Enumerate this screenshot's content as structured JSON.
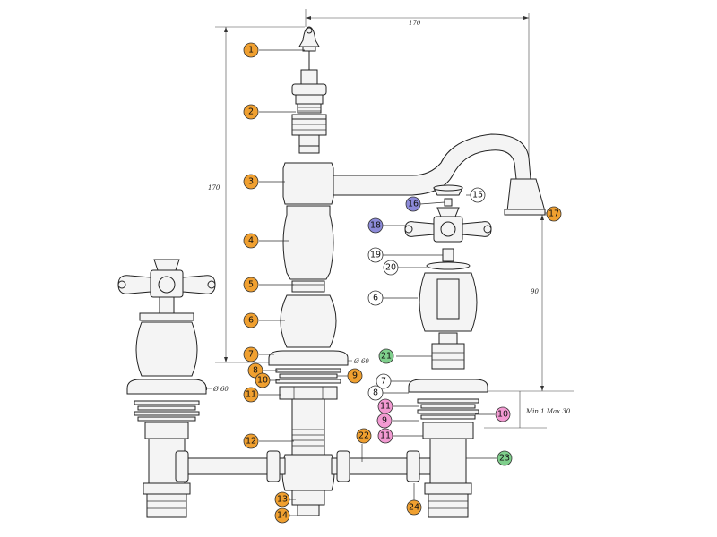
{
  "dimensions": {
    "overall_width": "170",
    "overall_height": "170",
    "spout_height": "90",
    "deck_thickness": "Min 1 Max 30",
    "diameter_center": "Ø 60",
    "diameter_left": "Ø 60"
  },
  "colors": {
    "orange": "#f0a030",
    "purple": "#8c8ad8",
    "green": "#7fcf8c",
    "pink": "#f29ad2",
    "white": "#ffffff"
  },
  "callouts": [
    {
      "label": "1",
      "color": "orange"
    },
    {
      "label": "2",
      "color": "orange"
    },
    {
      "label": "3",
      "color": "orange"
    },
    {
      "label": "4",
      "color": "orange"
    },
    {
      "label": "5",
      "color": "orange"
    },
    {
      "label": "6",
      "color": "orange"
    },
    {
      "label": "7",
      "color": "orange"
    },
    {
      "label": "8",
      "color": "orange"
    },
    {
      "label": "10",
      "color": "orange"
    },
    {
      "label": "9",
      "color": "orange"
    },
    {
      "label": "11",
      "color": "orange"
    },
    {
      "label": "12",
      "color": "orange"
    },
    {
      "label": "13",
      "color": "orange"
    },
    {
      "label": "14",
      "color": "orange"
    },
    {
      "label": "15",
      "color": "white"
    },
    {
      "label": "16",
      "color": "purple"
    },
    {
      "label": "17",
      "color": "orange"
    },
    {
      "label": "18",
      "color": "purple"
    },
    {
      "label": "19",
      "color": "white"
    },
    {
      "label": "20",
      "color": "white"
    },
    {
      "label": "6",
      "color": "white"
    },
    {
      "label": "21",
      "color": "green"
    },
    {
      "label": "7",
      "color": "white"
    },
    {
      "label": "8",
      "color": "white"
    },
    {
      "label": "11",
      "color": "pink"
    },
    {
      "label": "9",
      "color": "pink"
    },
    {
      "label": "11",
      "color": "pink"
    },
    {
      "label": "10",
      "color": "pink"
    },
    {
      "label": "22",
      "color": "orange"
    },
    {
      "label": "23",
      "color": "green"
    },
    {
      "label": "24",
      "color": "orange"
    }
  ]
}
